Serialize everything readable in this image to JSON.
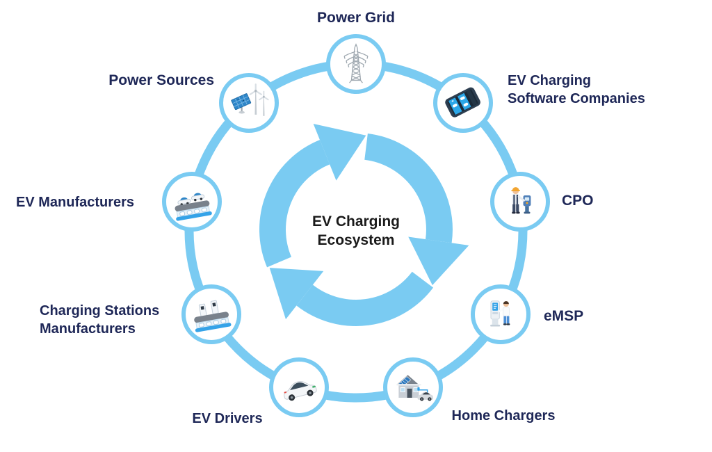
{
  "diagram": {
    "title": {
      "line1": "EV Charging",
      "line2": "Ecosystem"
    },
    "colors": {
      "accent_blue": "#7ACBF2",
      "label_navy": "#1E2757",
      "center_text": "#1A1A1A"
    },
    "cycle_icon": "three-arrows-clockwise-cycle",
    "nodes": [
      {
        "id": "power-grid",
        "label": "Power Grid",
        "icon": "transmission-tower-icon"
      },
      {
        "id": "ev-charging-software-companies",
        "line1": "EV Charging",
        "line2": "Software Companies",
        "icon": "phone-charging-app-icon"
      },
      {
        "id": "cpo",
        "label": "CPO",
        "icon": "technician-charging-post-icon"
      },
      {
        "id": "emsp",
        "label": "eMSP",
        "icon": "kiosk-user-icon"
      },
      {
        "id": "home-chargers",
        "label": "Home Chargers",
        "icon": "house-solar-car-icon"
      },
      {
        "id": "ev-drivers",
        "label": "EV Drivers",
        "icon": "electric-car-icon"
      },
      {
        "id": "charging-stations-manufacturers",
        "line1": "Charging Stations",
        "line2": "Manufacturers",
        "icon": "charger-conveyor-icon"
      },
      {
        "id": "ev-manufacturers",
        "label": "EV Manufacturers",
        "icon": "car-conveyor-icon"
      },
      {
        "id": "power-sources",
        "label": "Power Sources",
        "icon": "solar-wind-icon"
      }
    ]
  }
}
